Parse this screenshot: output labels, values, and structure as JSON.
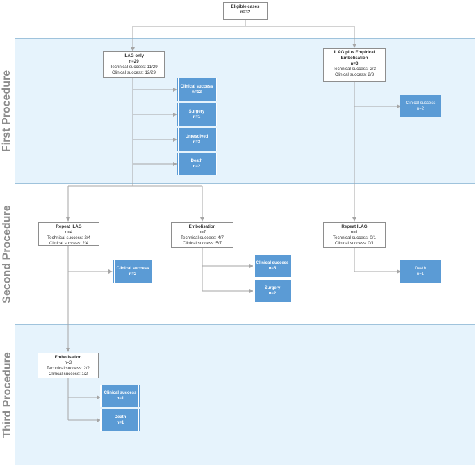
{
  "stages": {
    "first": "First Procedure",
    "second": "Second Procedure",
    "third": "Third Procedure"
  },
  "eligible": {
    "title": "Eligible cases",
    "n": "n=32"
  },
  "ilag_only": {
    "title": "ILAG only",
    "n": "n=29",
    "technical": "Technical success: 11/29",
    "clinical": "Clinical success: 12/29"
  },
  "ilag_plus": {
    "title": "ILAG plus Empirical Embolisation",
    "n": "n=3",
    "technical": "Technical success: 2/3",
    "clinical": "Clinical success: 2/3"
  },
  "first_outcomes": [
    {
      "label": "Clinical success",
      "n": "n=12"
    },
    {
      "label": "Surgery",
      "n": "n=1"
    },
    {
      "label": "Unresolved",
      "n": "n=3"
    },
    {
      "label": "Death",
      "n": "n=2"
    }
  ],
  "plus_outcome": {
    "label": "Clinical success",
    "n": "n=2"
  },
  "repeat_ilag_1": {
    "title": "Repeat ILAG",
    "n": "n=4",
    "technical": "Technical success: 2/4",
    "clinical": "Clinical success: 2/4"
  },
  "embolisation_2": {
    "title": "Embolisation",
    "n": "n=7",
    "technical": "Technical success: 4/7",
    "clinical": "Clinical success: 5/7"
  },
  "repeat_ilag_2": {
    "title": "Repeat ILAG",
    "n": "n=1",
    "technical": "Technical success: 0/1",
    "clinical": "Clinical success: 0/1"
  },
  "repeat1_outcome": {
    "label": "Clinical success",
    "n": "n=2"
  },
  "emb2_outcomes": [
    {
      "label": "Clinical success",
      "n": "n=5"
    },
    {
      "label": "Surgery",
      "n": "n=2"
    }
  ],
  "repeat2_outcome": {
    "label": "Death",
    "n": "n=1"
  },
  "embolisation_3": {
    "title": "Embolisation",
    "n": "n=2",
    "technical": "Technical success: 2/2",
    "clinical": "Clinical success: 1/2"
  },
  "emb3_outcomes": [
    {
      "label": "Clinical success",
      "n": "n=1"
    },
    {
      "label": "Death",
      "n": "n=1"
    }
  ],
  "colors": {
    "band_blue": "#e6f3fc",
    "outcome_blue": "#5b9bd5",
    "line_gray": "#a6a6a6"
  }
}
